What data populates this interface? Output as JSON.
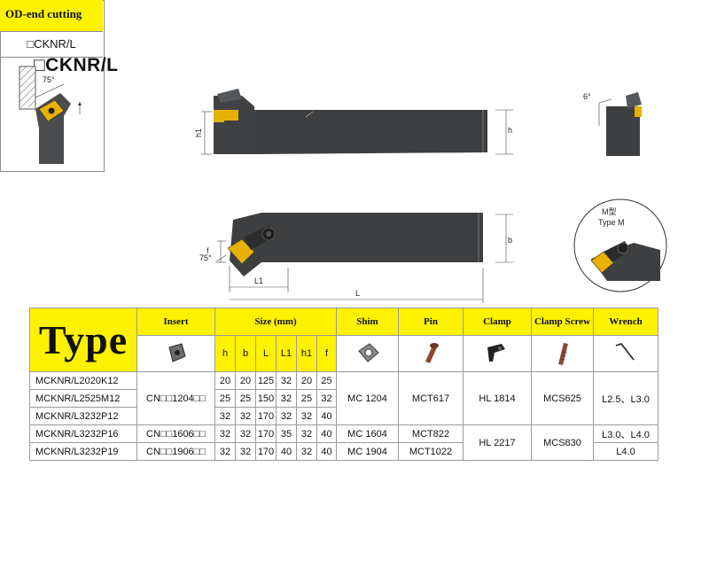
{
  "title": "□CKNR/L",
  "side_panel": {
    "heading": "OD-end cutting",
    "code": "□CKNR/L",
    "angle_label": "75°"
  },
  "drawings": {
    "top_view": {
      "h1": "h1",
      "h": "h"
    },
    "end_view": {
      "angle": "6°"
    },
    "plan_view": {
      "f": "f",
      "angle": "75°",
      "L1": "L1",
      "L": "L",
      "b": "b"
    },
    "detail": {
      "line1": "M型",
      "line2": "Type M"
    }
  },
  "table": {
    "headers": {
      "type": "Type",
      "insert": "Insert",
      "size": "Size (mm)",
      "shim": "Shim",
      "pin": "Pin",
      "clamp": "Clamp",
      "clamp_screw": "Clamp Screw",
      "wrench": "Wrench"
    },
    "size_columns": [
      "h",
      "b",
      "L",
      "L1",
      "h1",
      "f"
    ],
    "rows": [
      {
        "model": "MCKNR/L2020K12",
        "sizes": [
          "20",
          "20",
          "125",
          "32",
          "20",
          "25"
        ]
      },
      {
        "model": "MCKNR/L2525M12",
        "sizes": [
          "25",
          "25",
          "150",
          "32",
          "25",
          "32"
        ]
      },
      {
        "model": "MCKNR/L3232P12",
        "sizes": [
          "32",
          "32",
          "170",
          "32",
          "32",
          "40"
        ]
      },
      {
        "model": "MCKNR/L3232P16",
        "sizes": [
          "32",
          "32",
          "170",
          "35",
          "32",
          "40"
        ]
      },
      {
        "model": "MCKNR/L3232P19",
        "sizes": [
          "32",
          "32",
          "170",
          "40",
          "32",
          "40"
        ]
      }
    ],
    "groups": {
      "insert": [
        "CN□□1204□□",
        "CN□□1606□□",
        "CN□□1906□□"
      ],
      "shim": [
        "MC 1204",
        "MC 1604",
        "MC 1904"
      ],
      "pin": [
        "MCT617",
        "MCT822",
        "MCT1022"
      ],
      "clamp": [
        "HL 1814",
        "HL 2217"
      ],
      "clamp_screw": [
        "MCS625",
        "MCS830"
      ],
      "wrench": [
        "L2.5、L3.0",
        "L3.0、L4.0",
        "L4.0"
      ]
    }
  },
  "colors": {
    "accent": "#fff200",
    "tool_body": "#3d3f40",
    "insert": "#e8b000",
    "pin": "#8b4a32"
  }
}
